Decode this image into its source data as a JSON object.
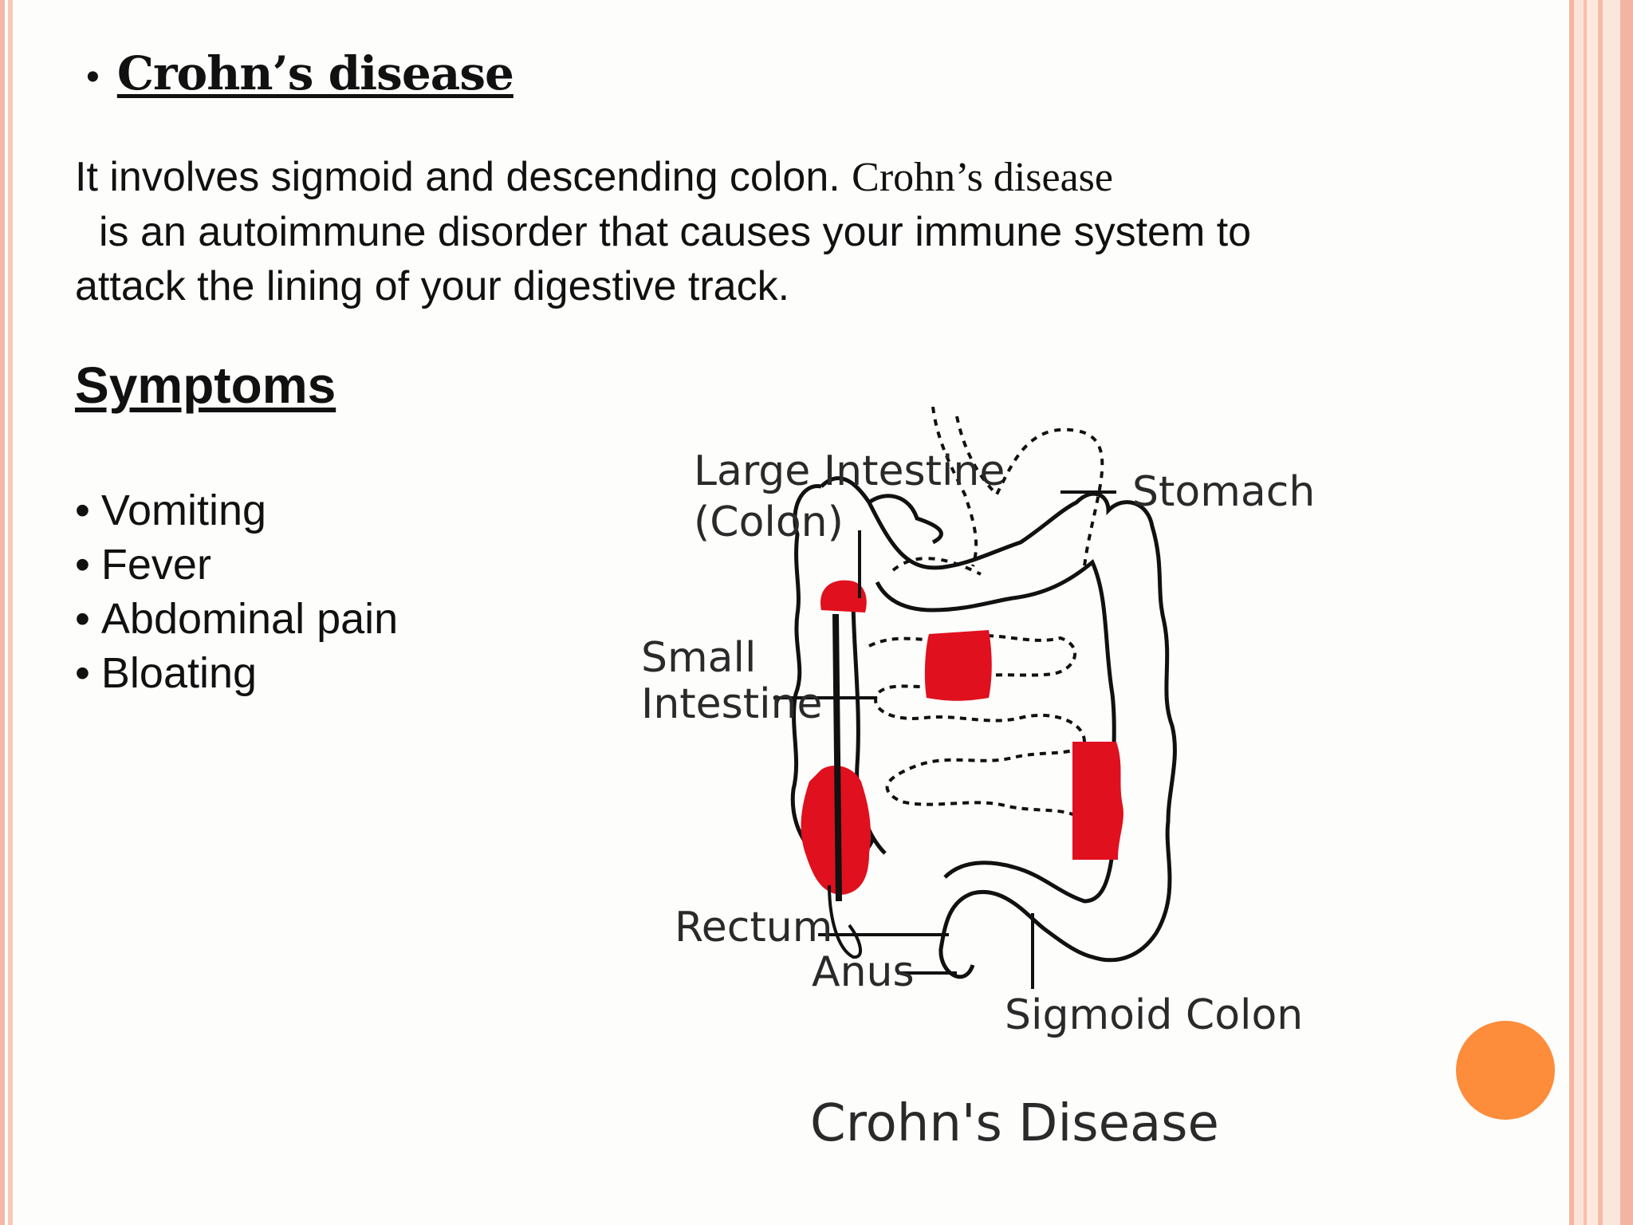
{
  "slide": {
    "title_bullet": "•",
    "title": "Crohn’s disease",
    "intro": {
      "part1": "It involves sigmoid and descending colon. ",
      "part2_serif": "Crohn’s disease",
      "line2": "is an autoimmune disorder that causes your immune system to",
      "line3": "attack the lining of your digestive track."
    },
    "symptoms_heading": "Symptoms",
    "symptoms": [
      {
        "bullet": "•",
        "text": "Vomiting"
      },
      {
        "bullet": "•",
        "text": "Fever"
      },
      {
        "bullet": "•",
        "text": "Abdominal pain"
      },
      {
        "bullet": "•",
        "text": "Bloating"
      }
    ]
  },
  "diagram": {
    "labels": {
      "large_intestine_1": "Large Intestine",
      "large_intestine_2": "(Colon)",
      "stomach": "Stomach",
      "small_intestine_1": "Small",
      "small_intestine_2": "Intestine",
      "rectum": "Rectum",
      "anus": "Anus",
      "sigmoid": "Sigmoid Colon",
      "caption": "Crohn's Disease"
    },
    "inflamed_color": "#e0101e",
    "outline_color": "#111111"
  },
  "theme": {
    "accent_dot": "#fd8c3b",
    "frame_color": "#f4b9a6"
  }
}
